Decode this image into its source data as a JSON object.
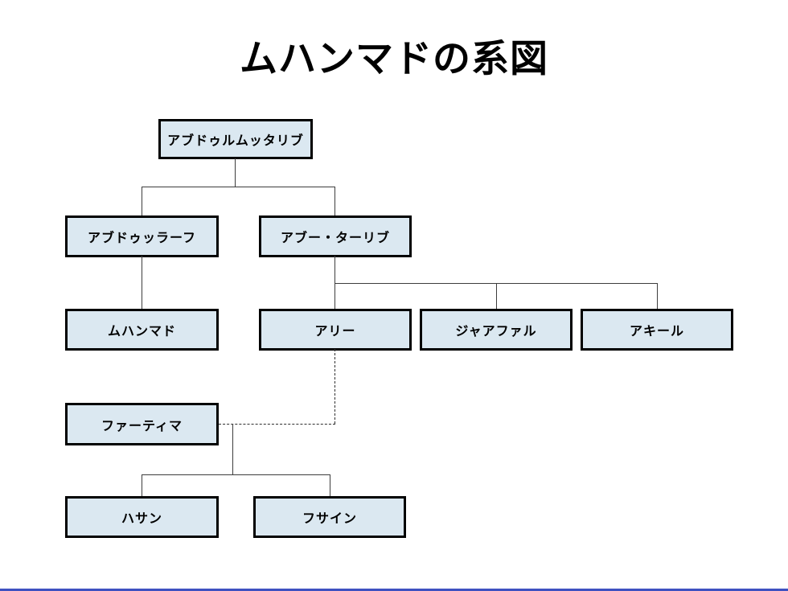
{
  "slide": {
    "title": "ムハンマドの系図",
    "colors": {
      "background": "#ffffff",
      "node_fill": "#dbe8f1",
      "node_border": "#000000",
      "connector": "#3d3d3d",
      "footer_line": "#3e51c1",
      "text": "#000000"
    },
    "nodes": [
      {
        "id": "abdul-muttalib",
        "label": "アブドゥルムッタリブ"
      },
      {
        "id": "abdullah",
        "label": "アブドゥッラーフ"
      },
      {
        "id": "abu-talib",
        "label": "アブー・ターリブ"
      },
      {
        "id": "muhammad",
        "label": "ムハンマド"
      },
      {
        "id": "ali",
        "label": "アリー"
      },
      {
        "id": "jafar",
        "label": "ジャアファル"
      },
      {
        "id": "aqil",
        "label": "アキール"
      },
      {
        "id": "fatima",
        "label": "ファーティマ"
      },
      {
        "id": "hasan",
        "label": "ハサン"
      },
      {
        "id": "husayn",
        "label": "フサイン"
      }
    ],
    "relations": [
      {
        "type": "parent-child",
        "from": "アブドゥルムッタリブ",
        "to": [
          "アブドゥッラーフ",
          "アブー・ターリブ"
        ],
        "style": "solid"
      },
      {
        "type": "parent-child",
        "from": "アブドゥッラーフ",
        "to": [
          "ムハンマド"
        ],
        "style": "solid"
      },
      {
        "type": "parent-child",
        "from": "アブー・ターリブ",
        "to": [
          "アリー",
          "ジャアファル",
          "アキール"
        ],
        "style": "solid"
      },
      {
        "type": "parent-child",
        "from": "ムハンマド",
        "to": [
          "ファーティマ"
        ],
        "style": "solid"
      },
      {
        "type": "marriage",
        "between": [
          "アリー",
          "ファーティマ"
        ],
        "style": "dotted"
      },
      {
        "type": "parent-child",
        "from": "アリー＋ファーティマ",
        "to": [
          "ハサン",
          "フサイン"
        ],
        "style": "solid"
      }
    ]
  }
}
